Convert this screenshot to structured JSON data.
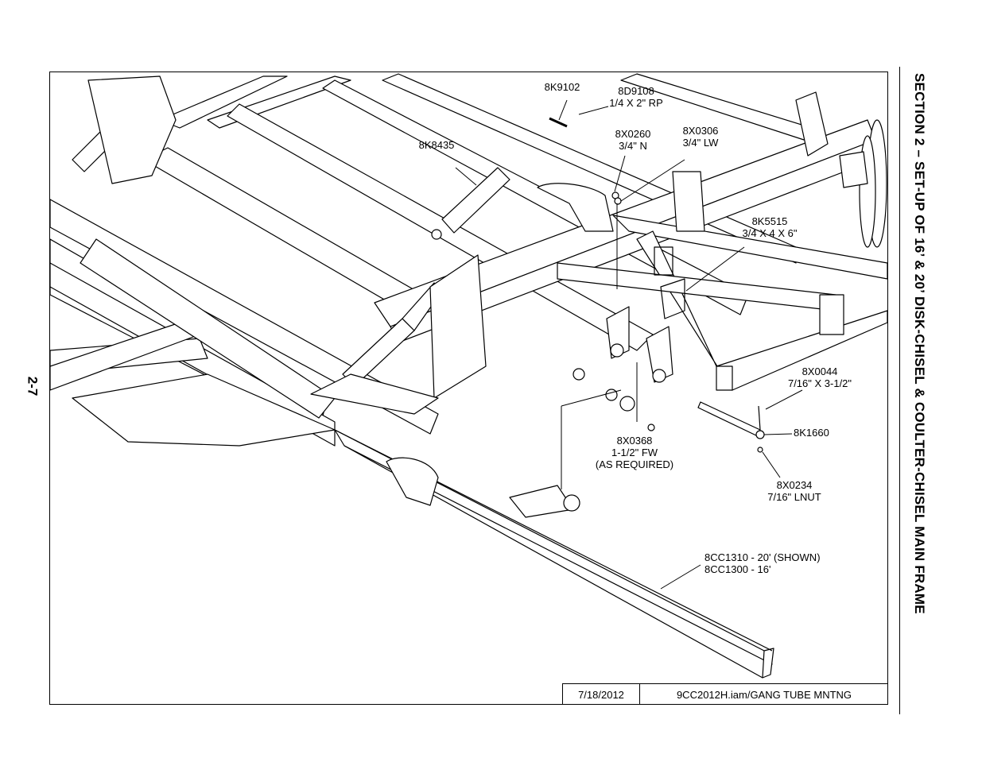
{
  "page": {
    "section_title": "SECTION 2 – SET-UP OF 16’ & 20’ DISK-CHISEL & COULTER-CHISEL MAIN FRAME",
    "page_number": "2-7"
  },
  "title_block": {
    "date": "7/18/2012",
    "file": "9CC2012H.iam/GANG TUBE MNTNG"
  },
  "callouts": {
    "k9102": {
      "line1": "8K9102"
    },
    "d9108": {
      "line1": "8D9108",
      "line2": "1/4 X 2\" RP"
    },
    "k8435": {
      "line1": "8K8435"
    },
    "x0260": {
      "line1": "8X0260",
      "line2": "3/4\" N"
    },
    "x0306": {
      "line1": "8X0306",
      "line2": "3/4\" LW"
    },
    "k5515": {
      "line1": "8K5515",
      "line2": "3/4 X 4 X 6\""
    },
    "x0044": {
      "line1": "8X0044",
      "line2": "7/16\" X 3-1/2\""
    },
    "k1660": {
      "line1": "8K1660"
    },
    "x0368": {
      "line1": "8X0368",
      "line2": "1-1/2\" FW",
      "line3": "(AS REQUIRED)"
    },
    "x0234": {
      "line1": "8X0234",
      "line2": "7/16\" LNUT"
    },
    "cc1310": {
      "line1": "8CC1310 - 20' (SHOWN)",
      "line2": "8CC1300 - 16'"
    }
  }
}
